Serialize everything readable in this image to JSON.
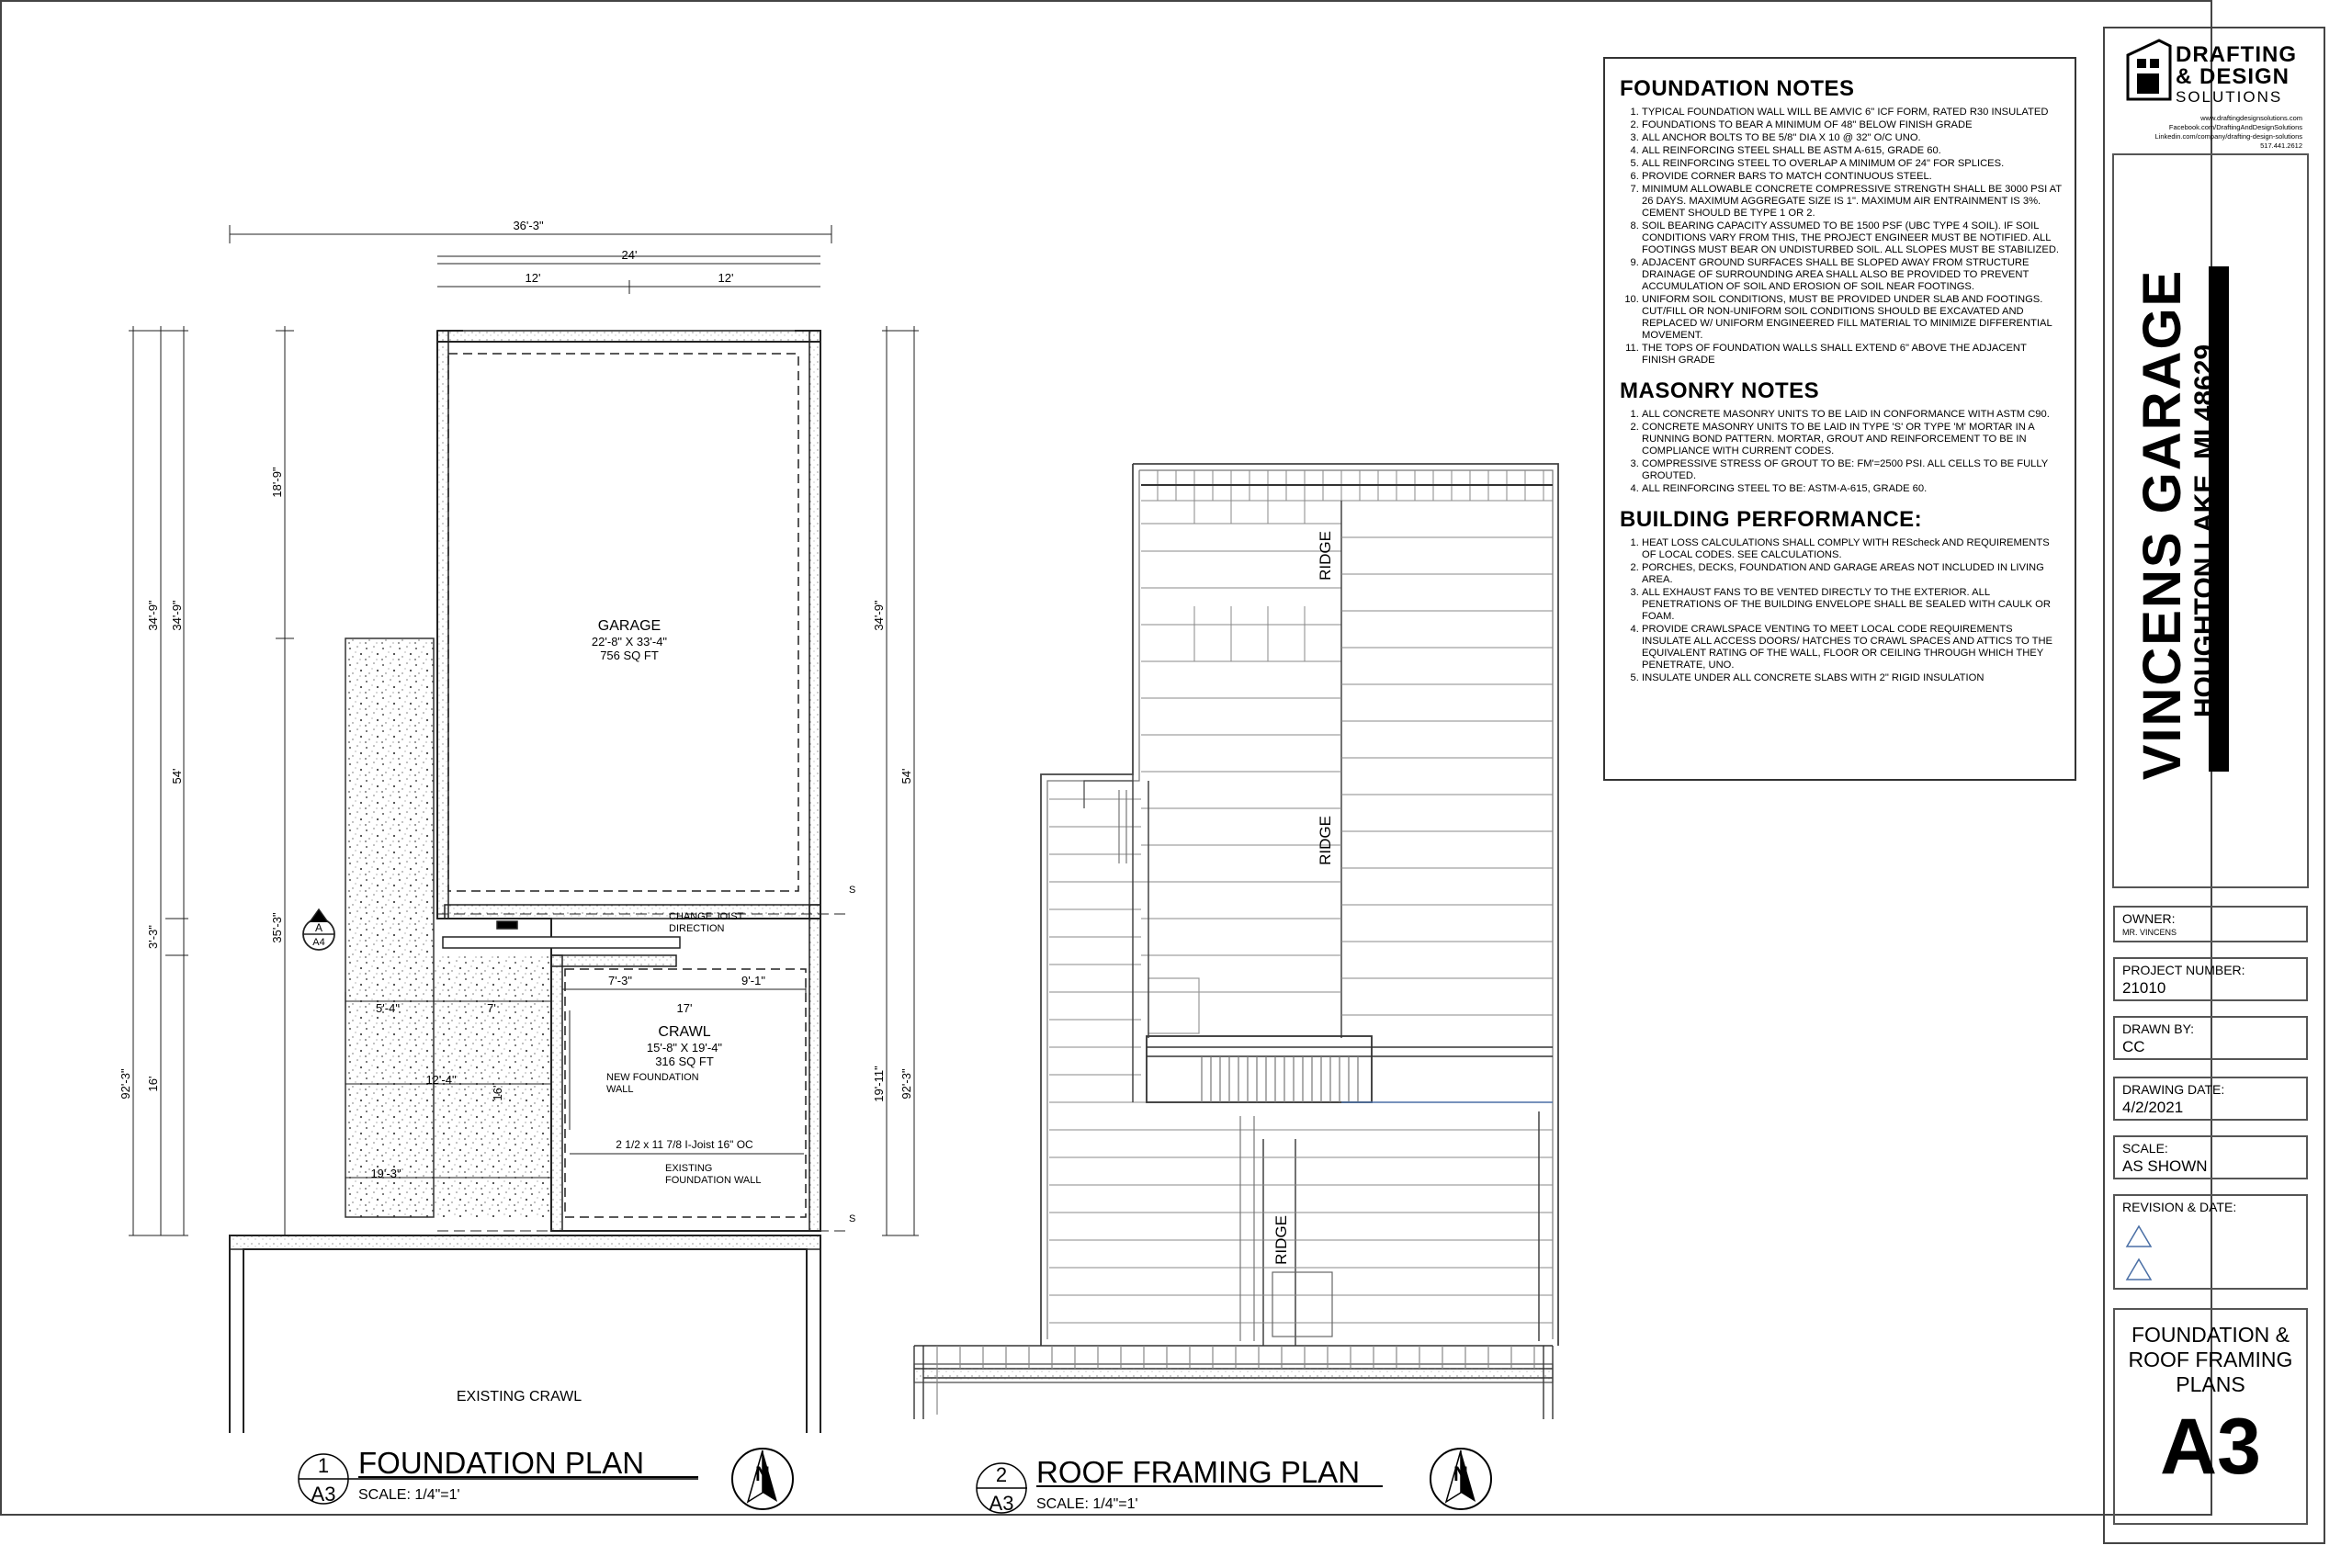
{
  "logo": {
    "line1": "DRAFTING",
    "line2": "& DESIGN",
    "line3": "SOLUTIONS",
    "web": "www.draftingdesignsolutions.com",
    "facebook": "Facebook.com/DraftingAndDesignSolutions",
    "linkedin": "Linkedin.com/company/drafting-design-solutions",
    "phone": "517.441.2612"
  },
  "project": {
    "name": "VINCENS GARAGE",
    "location": "HOUGHTON LAKE, MI 48629"
  },
  "title_block": {
    "owner_label": "OWNER:",
    "owner_value": "MR. VINCENS",
    "project_number_label": "PROJECT NUMBER:",
    "project_number_value": "21010",
    "drawn_by_label": "DRAWN BY:",
    "drawn_by_value": "CC",
    "drawing_date_label": "DRAWING DATE:",
    "drawing_date_value": "4/2/2021",
    "scale_label": "SCALE:",
    "scale_value": "AS SHOWN",
    "revision_label": "REVISION & DATE:",
    "sheet_title": "FOUNDATION & ROOF FRAMING PLANS",
    "sheet_number": "A3"
  },
  "notes": {
    "foundation_title": "FOUNDATION NOTES",
    "foundation": [
      "TYPICAL FOUNDATION WALL WILL BE AMVIC 6\" ICF FORM, RATED R30 INSULATED",
      "FOUNDATIONS TO BEAR A MINIMUM OF 48\" BELOW FINISH GRADE",
      "ALL ANCHOR BOLTS TO BE 5/8\" DIA X 10 @ 32\" O/C UNO.",
      "ALL REINFORCING STEEL SHALL BE ASTM A-615, GRADE 60.",
      "ALL REINFORCING STEEL TO OVERLAP A MINIMUM OF 24\" FOR SPLICES.",
      "PROVIDE CORNER BARS TO MATCH CONTINUOUS STEEL.",
      "MINIMUM ALLOWABLE CONCRETE COMPRESSIVE STRENGTH SHALL BE 3000 PSI AT 26 DAYS. MAXIMUM AGGREGATE SIZE IS 1\". MAXIMUM AIR ENTRAINMENT IS 3%. CEMENT SHOULD BE TYPE 1 OR 2.",
      "SOIL BEARING CAPACITY ASSUMED TO BE 1500 PSF (UBC TYPE 4 SOIL). IF SOIL CONDITIONS VARY FROM THIS, THE PROJECT ENGINEER MUST BE NOTIFIED. ALL FOOTINGS MUST BEAR ON UNDISTURBED SOIL. ALL SLOPES MUST BE STABILIZED.",
      "ADJACENT GROUND SURFACES SHALL BE SLOPED AWAY FROM STRUCTURE DRAINAGE OF SURROUNDING AREA SHALL ALSO BE PROVIDED TO PREVENT ACCUMULATION OF SOIL AND EROSION OF SOIL NEAR FOOTINGS.",
      "UNIFORM SOIL CONDITIONS, MUST BE PROVIDED UNDER SLAB AND FOOTINGS. CUT/FILL OR NON-UNIFORM SOIL CONDITIONS SHOULD BE EXCAVATED AND REPLACED W/ UNIFORM ENGINEERED FILL MATERIAL TO MINIMIZE DIFFERENTIAL MOVEMENT.",
      "THE TOPS OF FOUNDATION WALLS SHALL EXTEND 6\" ABOVE THE ADJACENT FINISH GRADE"
    ],
    "masonry_title": "MASONRY NOTES",
    "masonry": [
      "ALL CONCRETE MASONRY UNITS TO BE LAID IN CONFORMANCE WITH ASTM C90.",
      "CONCRETE MASONRY UNITS TO BE LAID IN TYPE 'S' OR TYPE 'M' MORTAR IN A RUNNING BOND PATTERN. MORTAR, GROUT AND REINFORCEMENT TO BE IN COMPLIANCE WITH CURRENT CODES.",
      "COMPRESSIVE STRESS OF GROUT TO BE: FM'=2500 PSI. ALL CELLS TO BE FULLY GROUTED.",
      "ALL REINFORCING STEEL TO BE: ASTM-A-615, GRADE 60."
    ],
    "performance_title": "BUILDING PERFORMANCE:",
    "performance": [
      "HEAT LOSS CALCULATIONS SHALL COMPLY WITH REScheck AND REQUIREMENTS OF LOCAL CODES. SEE CALCULATIONS.",
      "PORCHES, DECKS, FOUNDATION AND GARAGE AREAS NOT INCLUDED IN LIVING AREA.",
      "ALL EXHAUST FANS TO BE VENTED DIRECTLY TO THE EXTERIOR. ALL PENETRATIONS OF THE BUILDING ENVELOPE SHALL BE SEALED WITH CAULK OR FOAM.",
      "PROVIDE CRAWLSPACE VENTING TO MEET LOCAL CODE REQUIREMENTS INSULATE ALL ACCESS DOORS/ HATCHES TO CRAWL SPACES AND ATTICS TO THE EQUIVALENT RATING OF THE WALL, FLOOR OR CEILING THROUGH WHICH THEY PENETRATE, UNO.",
      "INSULATE UNDER ALL CONCRETE SLABS WITH 2\" RIGID INSULATION"
    ]
  },
  "foundation_plan": {
    "number": "1",
    "sheet": "A3",
    "title": "FOUNDATION PLAN",
    "scale": "SCALE: 1/4\"=1'",
    "north": "N",
    "garage_label": "GARAGE",
    "garage_size": "22'-8\" X 33'-4\"",
    "garage_area": "756 SQ FT",
    "crawl_label": "CRAWL",
    "crawl_size": "15'-8\" X 19'-4\"",
    "crawl_area": "316 SQ FT",
    "existing_crawl": "EXISTING CRAWL",
    "change_joist": "CHANGE JOIST",
    "direction": "DIRECTION",
    "new_foundation": "NEW FOUNDATION",
    "wall": "WALL",
    "ijoist": "2 1/2 x 11 7/8 I-Joist 16\" OC",
    "existing": "EXISTING",
    "foundation_wall": "FOUNDATION WALL",
    "section_a": "A",
    "section_a4": "A4",
    "s_mark": "S",
    "dims": {
      "top_overall": "36'-3\"",
      "top_24": "24'",
      "top_12a": "12'",
      "top_12b": "12'",
      "d_18_9": "18'-9\"",
      "d_34_9_a": "34'-9\"",
      "d_34_9_b": "34'-9\"",
      "d_34_9_r": "34'-9\"",
      "d_54_l": "54'",
      "d_54_r": "54'",
      "d_3_3": "3'-3\"",
      "d_35_3": "35'-3\"",
      "d_16": "16'",
      "d_92_3_l": "92'-3\"",
      "d_92_3_r": "92'-3\"",
      "d_19_11": "19'-11\"",
      "d_7_3": "7'-3\"",
      "d_9_1": "9'-1\"",
      "d_5_4": "5'-4\"",
      "d_7": "7'",
      "d_17": "17'",
      "d_12_4": "12'-4\"",
      "d_16b": "16'",
      "d_19_3": "19'-3\""
    }
  },
  "roof_plan": {
    "number": "2",
    "sheet": "A3",
    "title": "ROOF FRAMING PLAN",
    "scale": "SCALE: 1/4\"=1'",
    "north": "N",
    "ridge1": "RIDGE",
    "ridge2": "RIDGE",
    "ridge3": "RIDGE"
  }
}
